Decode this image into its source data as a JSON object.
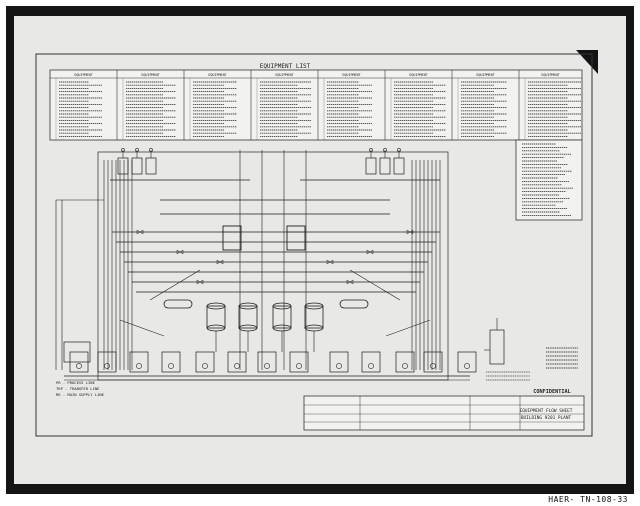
{
  "drawing": {
    "header_title": "EQUIPMENT LIST",
    "legend_lines": [
      "PR - PROCESS LINE",
      "TRP - TRANSFER LINE",
      "MS - MAIN SUPPLY LINE"
    ],
    "classification_stamp": "CONFIDENTIAL",
    "title_block": {
      "line1": "EQUIPMENT FLOW SHEET",
      "line2": "BUILDING 9201 PLANT"
    },
    "columns": [
      "EQUIPMENT",
      "EQUIPMENT",
      "EQUIPMENT",
      "EQUIPMENT",
      "EQUIPMENT",
      "EQUIPMENT",
      "EQUIPMENT",
      "EQUIPMENT"
    ]
  },
  "caption": "HAER- TN-108-33",
  "colors": {
    "frame": "#141414",
    "paper": "#e8e8e6",
    "ink": "#1e1e1e"
  }
}
